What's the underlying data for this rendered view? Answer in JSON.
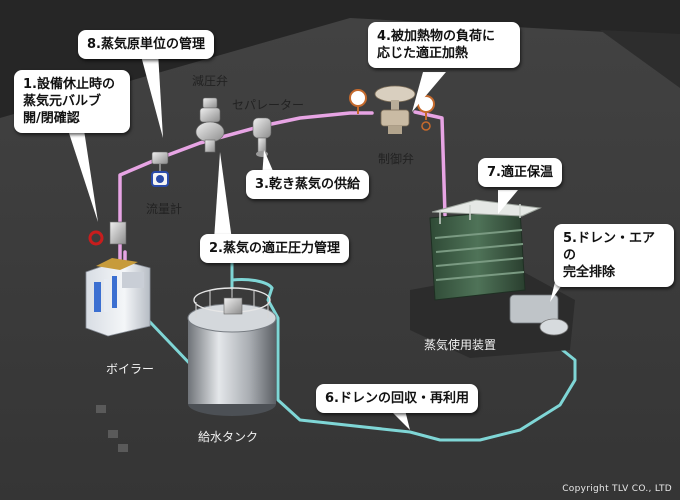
{
  "callouts": {
    "c1": "1.設備休止時の\n蒸気元バルブ\n開/閉確認",
    "c2": "2.蒸気の適正圧力管理",
    "c3": "3.乾き蒸気の供給",
    "c4": "4.被加熱物の負荷に\n応じた適正加熱",
    "c5": "5.ドレン・エアの\n完全排除",
    "c6": "6.ドレンの回収・再利用",
    "c7": "7.適正保温",
    "c8": "8.蒸気原単位の管理"
  },
  "labels": {
    "pressure_valve": "減圧弁",
    "separator": "セパレーター",
    "flow_meter": "流量計",
    "control_valve": "制御弁",
    "steam_equipment": "蒸気使用装置",
    "boiler": "ボイラー",
    "feed_tank": "給水タンク"
  },
  "copyright": "Copyright TLV CO., LTD",
  "colors": {
    "steam_pipe": "#e7a4e4",
    "drain_pipe": "#7fd6d6",
    "floor": "#3b3b3b",
    "background": "#262626"
  }
}
